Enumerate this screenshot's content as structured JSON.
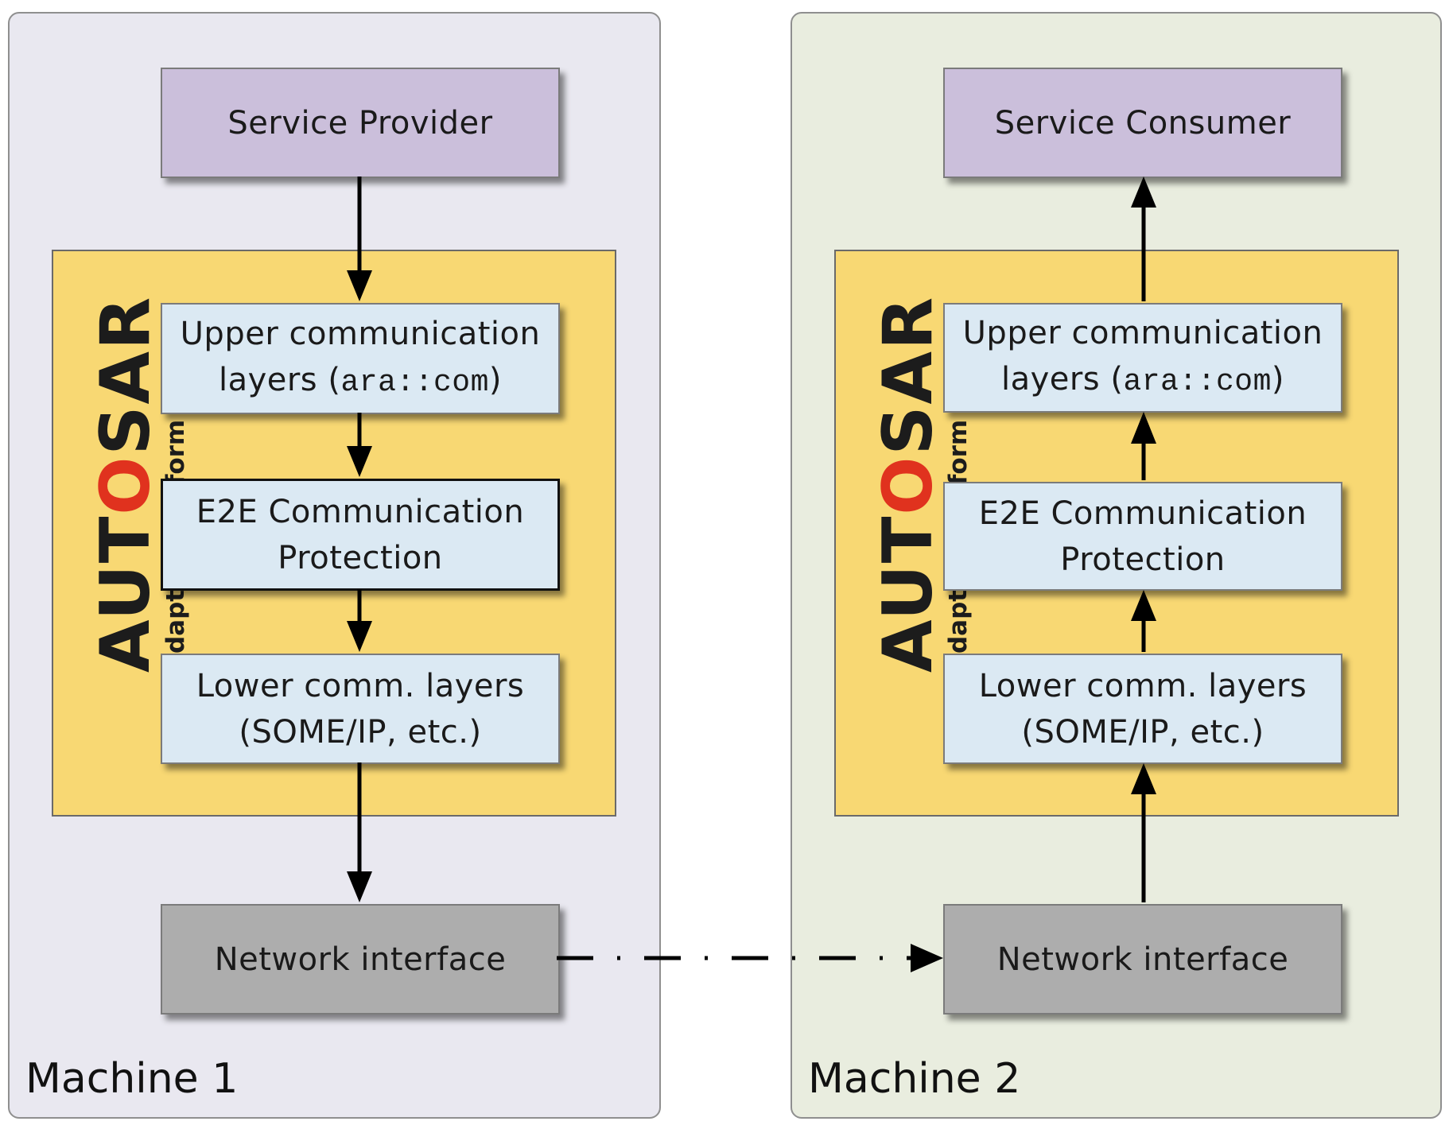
{
  "machine1": {
    "label": "Machine 1",
    "provider": "Service Provider",
    "upper_line1": "Upper communication",
    "upper_line2_pre": "layers (",
    "upper_code": "ara::com",
    "upper_line2_post": ")",
    "e2e_line1": "E2E Communication",
    "e2e_line2": "Protection",
    "lower_line1": "Lower comm. layers",
    "lower_line2": "(SOME/IP, etc.)",
    "network": "Network interface"
  },
  "machine2": {
    "label": "Machine 2",
    "consumer": "Service Consumer",
    "upper_line1": "Upper communication",
    "upper_line2_pre": "layers (",
    "upper_code": "ara::com",
    "upper_line2_post": ")",
    "e2e_line1": "E2E Communication",
    "e2e_line2": "Protection",
    "lower_line1": "Lower comm. layers",
    "lower_line2": "(SOME/IP, etc.)",
    "network": "Network interface"
  },
  "logo": {
    "word_before": "AUT",
    "o_letter": "O",
    "word_after": "SAR",
    "subtitle": "Adaptive Platform"
  },
  "colors": {
    "machine1_bg": "#e9e8f0",
    "machine2_bg": "#e9eddf",
    "platform_bg": "#f8d873",
    "service_box": "#cbbfdb",
    "layer_box": "#dbe9f3",
    "network_box": "#adadad",
    "logo_accent": "#e0321e"
  }
}
